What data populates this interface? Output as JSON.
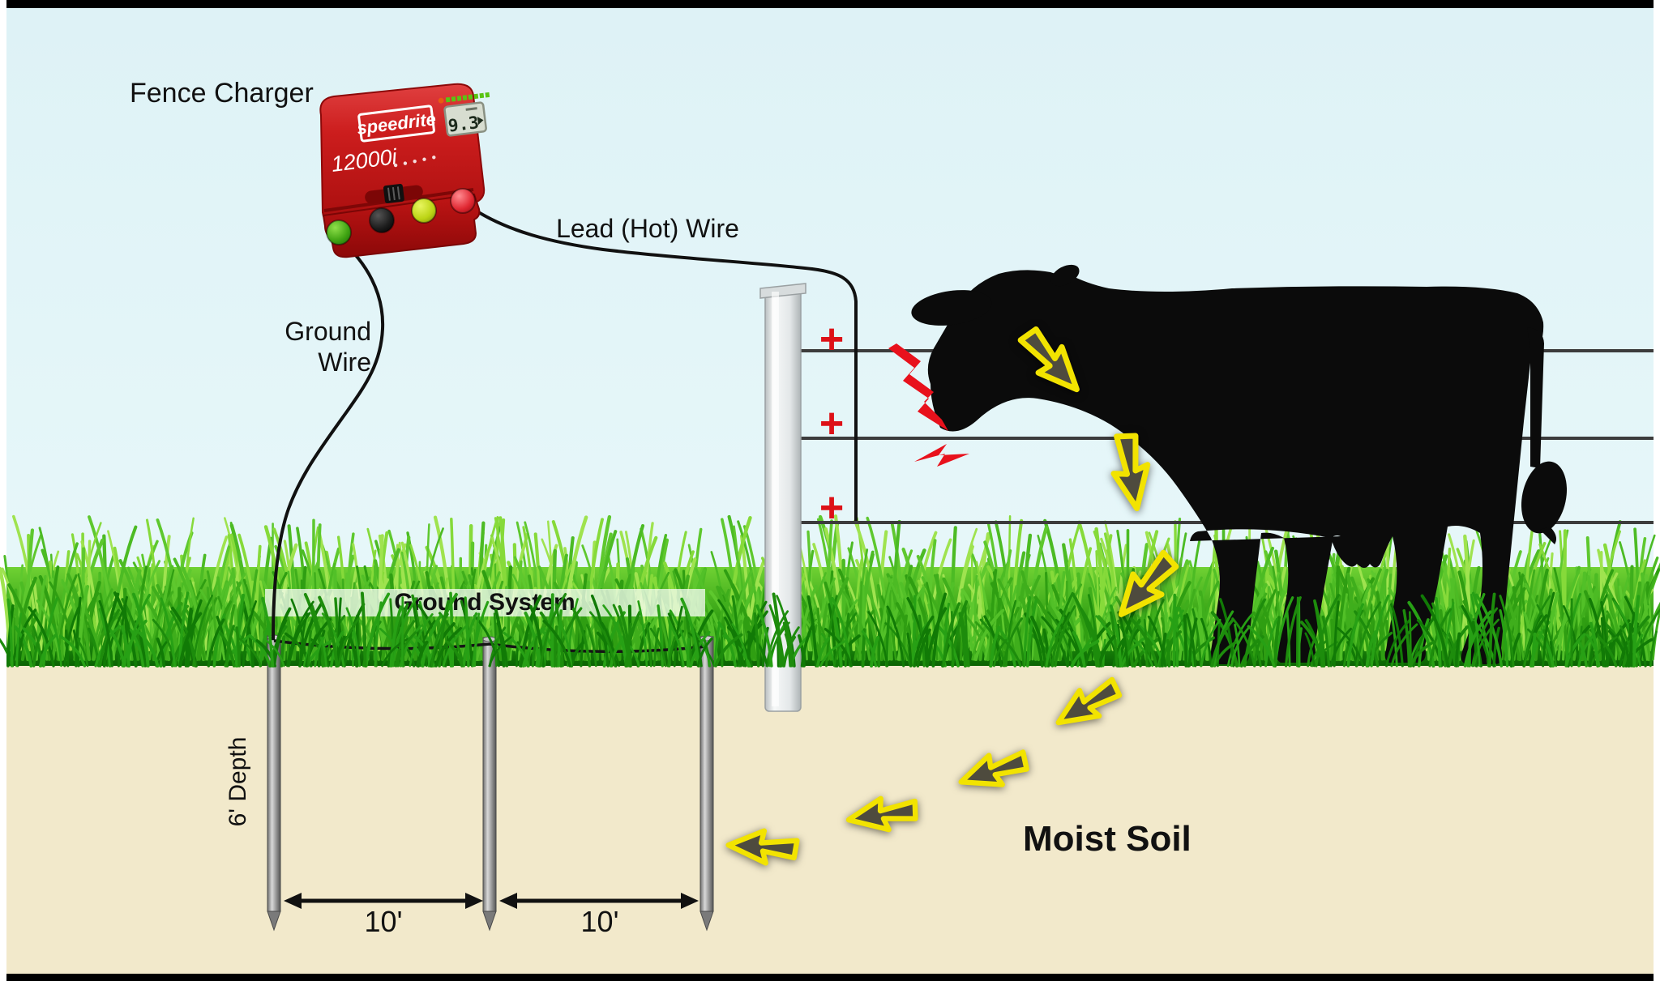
{
  "diagram": {
    "fence_charger_label": "Fence Charger",
    "lead_hot_wire_label": "Lead (Hot) Wire",
    "ground_wire_label_line1": "Ground",
    "ground_wire_label_line2": "Wire",
    "ground_system_label": "Ground System",
    "depth_label": "6' Depth",
    "rod_spacing_label_1": "10'",
    "rod_spacing_label_2": "10'",
    "moist_soil_label": "Moist Soil",
    "plus_sign_1": "+",
    "plus_sign_2": "+",
    "plus_sign_3": "+"
  },
  "charger": {
    "brand": "speedrite",
    "model": "12000i",
    "display_value": "9.3"
  },
  "colors": {
    "sky": "#e2f5f8",
    "soil": "#f2e9cb",
    "grass_light": "#86da3a",
    "grass_mid": "#3fae1c",
    "grass_dark": "#117a06",
    "wire_black": "#333333",
    "charger_red": "#c01414",
    "accent_red": "#dd1117",
    "arrow_yellow": "#f2e300",
    "cow_black": "#0b0b0b",
    "band_white": "rgba(255,255,255,0.72)"
  }
}
